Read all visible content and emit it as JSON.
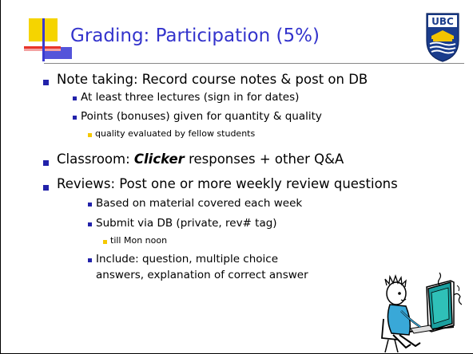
{
  "slide": {
    "title": "Grading: Participation (5%)",
    "logo_text": "UBC",
    "bullets": [
      {
        "text": "Note taking: Record course notes & post on DB",
        "children": [
          {
            "text": "At least three lectures (sign in for dates)"
          },
          {
            "text": "Points (bonuses) given for quantity & quality",
            "children": [
              {
                "text": "quality evaluated by fellow students"
              }
            ]
          }
        ]
      },
      {
        "text_prefix": "Classroom: ",
        "text_emph": "Clicker",
        "text_suffix": " responses  + other Q&A"
      },
      {
        "text": "Reviews: Post one or more weekly review questions",
        "children": [
          {
            "text": "Based on material covered each week"
          },
          {
            "text": "Submit via DB (private, rev# tag)",
            "children": [
              {
                "text": "till Mon noon"
              }
            ]
          },
          {
            "text_line1": "Include: question, multiple choice",
            "text_line2": "answers, explanation of correct answer"
          }
        ]
      }
    ]
  },
  "colors": {
    "title": "#3333cc",
    "bullet_l1": "#2222aa",
    "bullet_l3": "#f5c800",
    "crest_blue": "#1a3c8c",
    "crest_gold": "#f2c300"
  },
  "icons": [
    "ubc-crest-logo",
    "title-emblem",
    "computer-user-cartoon"
  ]
}
